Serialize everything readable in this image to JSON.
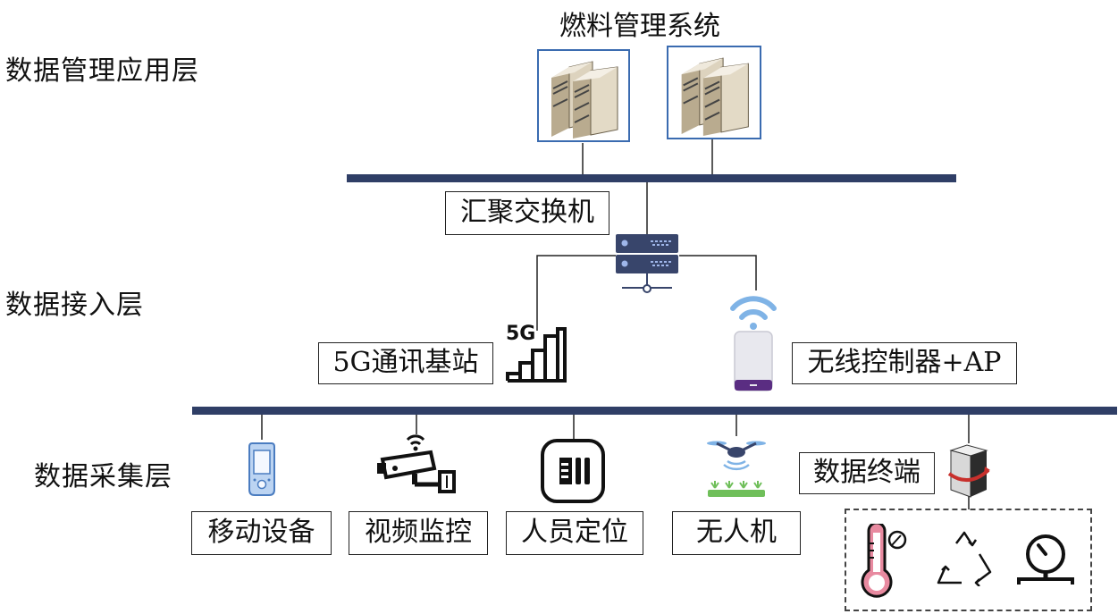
{
  "layers": {
    "management": "数据管理应用层",
    "access": "数据接入层",
    "collection": "数据采集层"
  },
  "system_title": "燃料管理系统",
  "nodes": {
    "aggregation_switch": "汇聚交换机",
    "base_station_5g": "5G通讯基站",
    "wireless_controller": "无线控制器+AP",
    "data_terminal": "数据终端",
    "mobile_device": "移动设备",
    "video_surveillance": "视频监控",
    "personnel_positioning": "人员定位",
    "drone": "无人机"
  },
  "badge_5g": "5G",
  "icons": [
    "server-icon",
    "network-switch-icon",
    "signal-5g-icon",
    "wireless-ap-icon",
    "pda-icon",
    "cctv-camera-icon",
    "positioning-tag-icon",
    "drone-icon",
    "data-terminal-icon",
    "thermometer-icon",
    "recycle-icon",
    "pressure-gauge-icon"
  ],
  "colors": {
    "bus": "#2f3e66",
    "frame": "#3a6bb0",
    "accent_purple": "#5a2d82",
    "wifi": "#7fb3e6",
    "thermo": "#e88aa0"
  }
}
